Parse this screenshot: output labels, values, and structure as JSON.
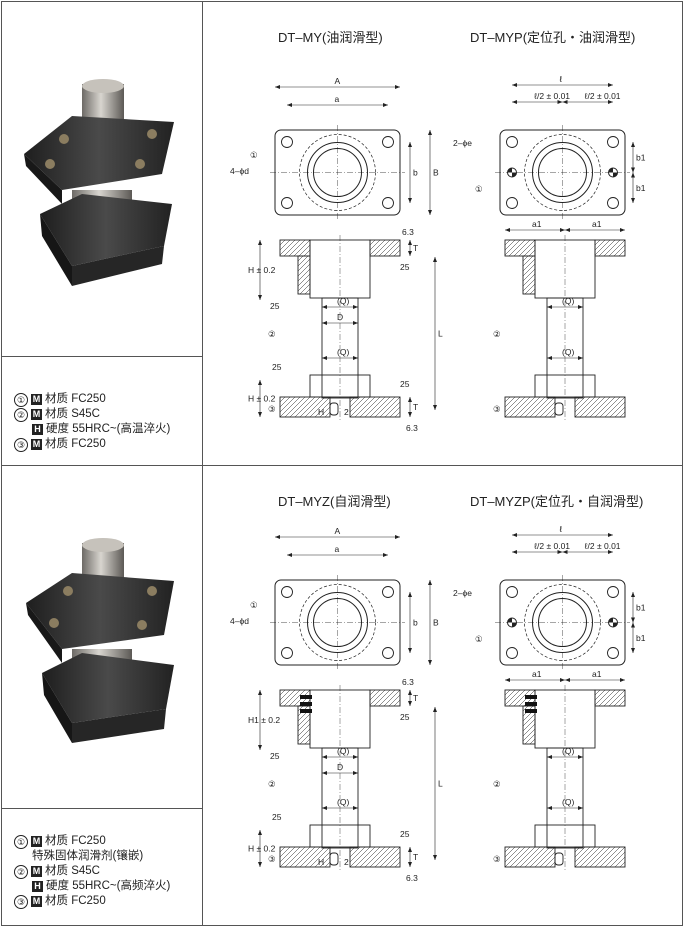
{
  "top": {
    "title_left": "DT–MY(油润滑型)",
    "title_right": "DT–MYP(定位孔・油润滑型)",
    "materials": [
      {
        "num": "①",
        "badge": "M",
        "text": "材质 FC250"
      },
      {
        "num": "②",
        "badge": "M",
        "text": "材质 S45C"
      },
      {
        "num": "",
        "badge": "H",
        "text": "硬度 55HRC~(高温淬火)"
      },
      {
        "num": "③",
        "badge": "M",
        "text": "材质 FC250"
      }
    ]
  },
  "bottom": {
    "title_left": "DT–MYZ(自润滑型)",
    "title_right": "DT–MYZP(定位孔・自润滑型)",
    "materials": [
      {
        "num": "①",
        "badge": "M",
        "text": "材质 FC250"
      },
      {
        "num": "",
        "badge": "",
        "text": "特殊固体润滑剂(镶嵌)"
      },
      {
        "num": "②",
        "badge": "M",
        "text": "材质 S45C"
      },
      {
        "num": "",
        "badge": "H",
        "text": "硬度 55HRC~(高频淬火)"
      },
      {
        "num": "③",
        "badge": "M",
        "text": "材质 FC250"
      }
    ]
  },
  "labels": {
    "A": "A",
    "a": "a",
    "b": "b",
    "B": "B",
    "d": "4–ϕd",
    "e": "2–ϕe",
    "l": "ℓ",
    "l2": "ℓ/2 ± 0.01",
    "b1": "b1",
    "a1": "a1",
    "H02": "H ± 0.2",
    "H102": "H1 ± 0.2",
    "Q": "(Q)",
    "D": "D",
    "L": "L",
    "T": "T",
    "H": "H",
    "two": "2",
    "r25": "25",
    "r63": "6.3",
    "c1": "①",
    "c2": "②",
    "c3": "③"
  },
  "colors": {
    "line": "#222222",
    "hatch": "#555555",
    "photo_dark": "#2e2e2e",
    "photo_metal": "#9a9690"
  }
}
